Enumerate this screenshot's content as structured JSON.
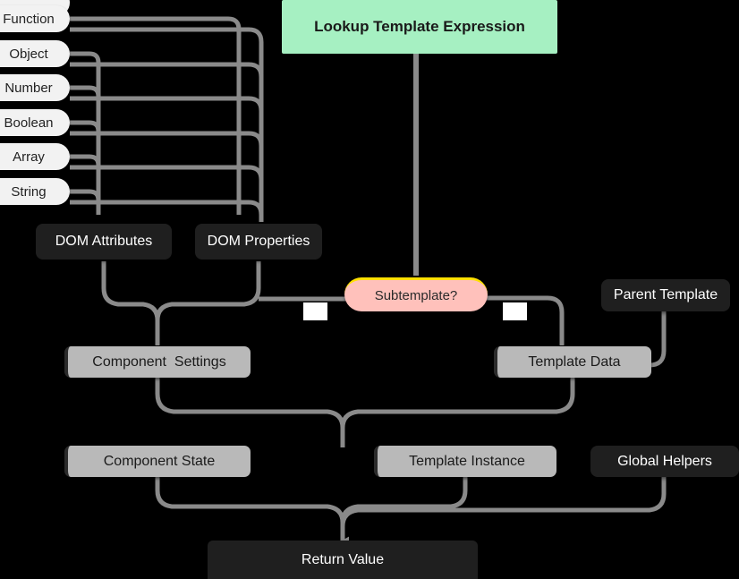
{
  "diagram": {
    "title": "Lookup Template Expression",
    "background_color": "#000000",
    "edge_color": "#8a8a8a",
    "accent_green": "#a6f0c2",
    "accent_pink": "#ffc1bb",
    "accent_yellow": "#ffe000"
  },
  "header": {
    "label": "Lookup Template Expression"
  },
  "type_chips": [
    {
      "label": "Function"
    },
    {
      "label": "Object"
    },
    {
      "label": "Number"
    },
    {
      "label": "Boolean"
    },
    {
      "label": "Array"
    },
    {
      "label": "String"
    }
  ],
  "nodes": {
    "dom_attributes": {
      "label": "DOM Attributes"
    },
    "dom_properties": {
      "label": "DOM Properties"
    },
    "subtemplate": {
      "label": "Subtemplate?"
    },
    "parent_template": {
      "label": "Parent Template"
    },
    "component_settings": {
      "label": "Component  Settings"
    },
    "template_data": {
      "label": "Template Data"
    },
    "component_state": {
      "label": "Component State"
    },
    "template_instance": {
      "label": "Template Instance"
    },
    "global_helpers": {
      "label": "Global Helpers"
    },
    "return_value": {
      "label": "Return Value"
    }
  },
  "edge_labels": {
    "subtemplate_no": "",
    "subtemplate_yes": ""
  }
}
